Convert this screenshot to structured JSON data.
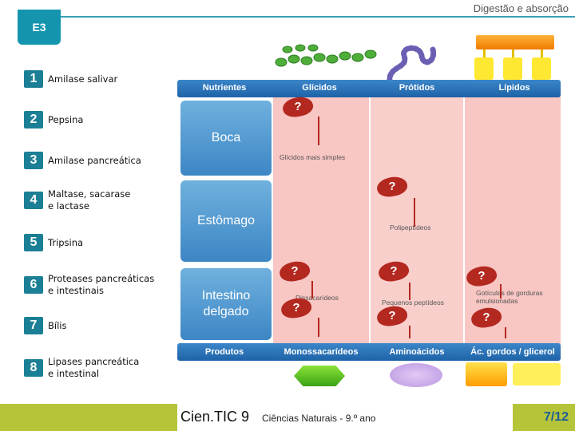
{
  "header": {
    "title": "Digestão e absorção",
    "badge": "E3"
  },
  "enzymes": [
    {
      "num": "1",
      "text": "Amilase salivar"
    },
    {
      "num": "2",
      "text": "Pepsina"
    },
    {
      "num": "3",
      "text": "Amilase pancreática"
    },
    {
      "num": "4",
      "text": "Maltase, sacarase\ne lactase"
    },
    {
      "num": "5",
      "text": "Tripsina"
    },
    {
      "num": "6",
      "text": "Proteases pancreáticas\ne intestinais"
    },
    {
      "num": "7",
      "text": "Bílis"
    },
    {
      "num": "8",
      "text": "Lipases pancreática\ne intestinal"
    }
  ],
  "diagram": {
    "header": {
      "nutrients": "Nutrientes",
      "glucids": "Glícidos",
      "protids": "Prótidos",
      "lipids": "Lípidos"
    },
    "organs": {
      "mouth": "Boca",
      "stomach": "Estômago",
      "intestine": "Intestino\ndelgado"
    },
    "products": {
      "simple_glucids": "Glícidos mais simples",
      "polypeptides": "Polipeptídeos",
      "disaccharides": "Dissacarídeos",
      "small_peptides": "Pequenos peptídeos",
      "fat_globules": "Gotículas de gorduras\nemulsionadas"
    },
    "footer": {
      "products": "Produtos",
      "monosaccharides": "Monossacarídeos",
      "amino_acids": "Aminoácidos",
      "fatty_acids": "Ác. gordos / glicerol"
    },
    "question_mark": "?"
  },
  "footer": {
    "brand": "Cien.TIC 9",
    "subtitle": "Ciências Naturais - 9.º ano",
    "page": "7/12"
  },
  "colors": {
    "accent": "#1495ad",
    "header_bar": "#1e62a8",
    "enzyme": "#b3281f",
    "footer": "#b6c43a",
    "column_bg": "#f8c6c3"
  }
}
